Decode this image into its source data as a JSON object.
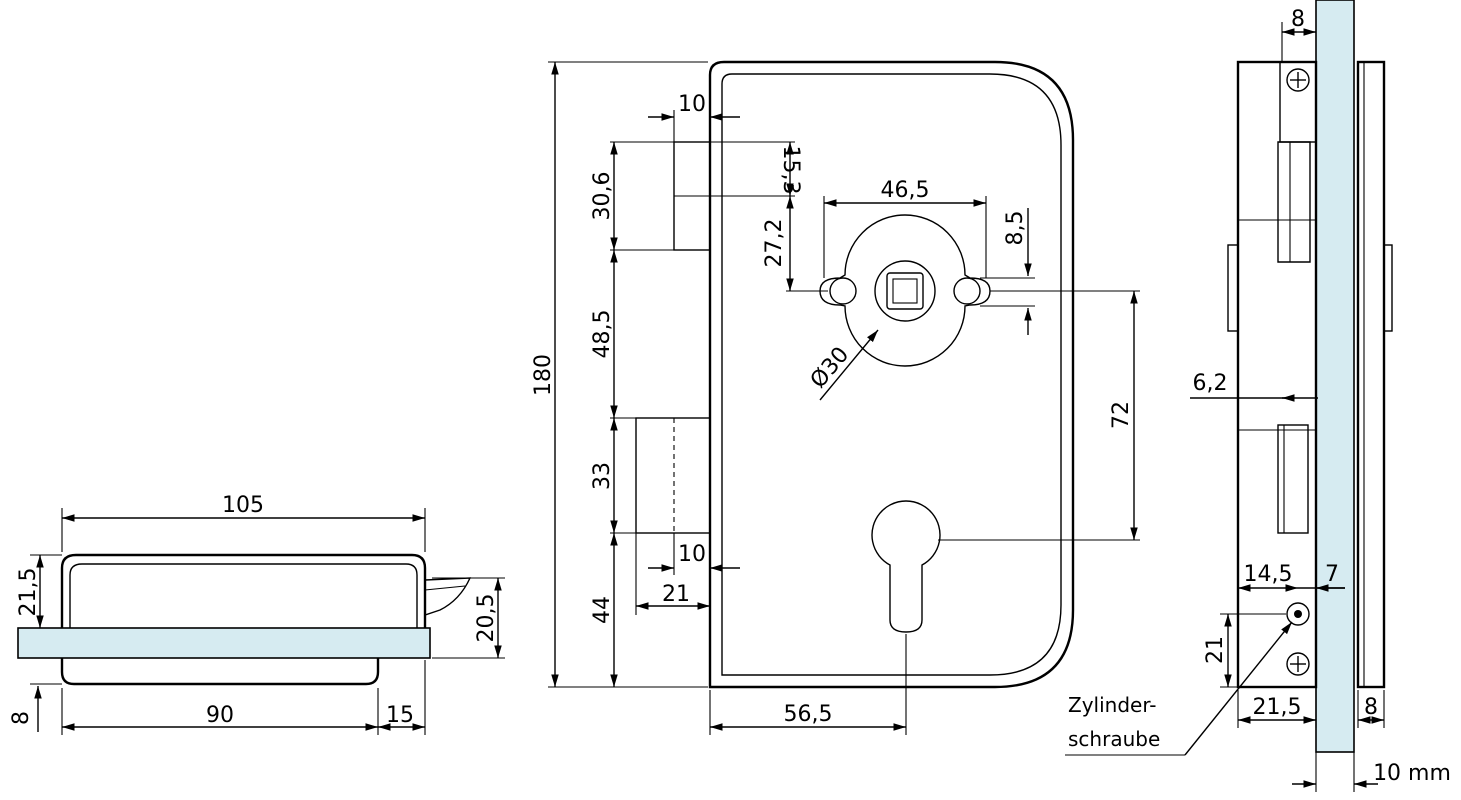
{
  "dimensions": {
    "side_width_top": "105",
    "side_height_body": "21,5",
    "side_handle_height": "20,5",
    "side_bottom_thickness": "8",
    "side_width_bottom": "90",
    "side_offset": "15",
    "front_total_height": "180",
    "front_offset_top": "10",
    "front_latch_height": "30,6",
    "front_latch_half": "15,3",
    "front_spindle_spacing": "46,5",
    "front_upper_gap": "27,2",
    "front_hole_offset": "8,5",
    "front_middle": "48,5",
    "front_rosette_dia": "Ø30",
    "front_center_distance": "72",
    "front_bolt_height": "33",
    "front_offset_bottom": "10",
    "front_bolt_width": "21",
    "front_bottom": "44",
    "front_backset": "56,5",
    "end_top": "8",
    "end_mid": "6,2",
    "end_left": "14,5",
    "end_right": "7",
    "end_vertical": "21",
    "end_bottom_width": "21,5",
    "end_glass": "8",
    "end_scale": "10 mm"
  },
  "labels": {
    "cylinder_screw_line1": "Zylinder-",
    "cylinder_screw_line2": "schraube"
  },
  "colors": {
    "glass": "#d6ebf1",
    "line": "#000000",
    "background": "#ffffff"
  }
}
